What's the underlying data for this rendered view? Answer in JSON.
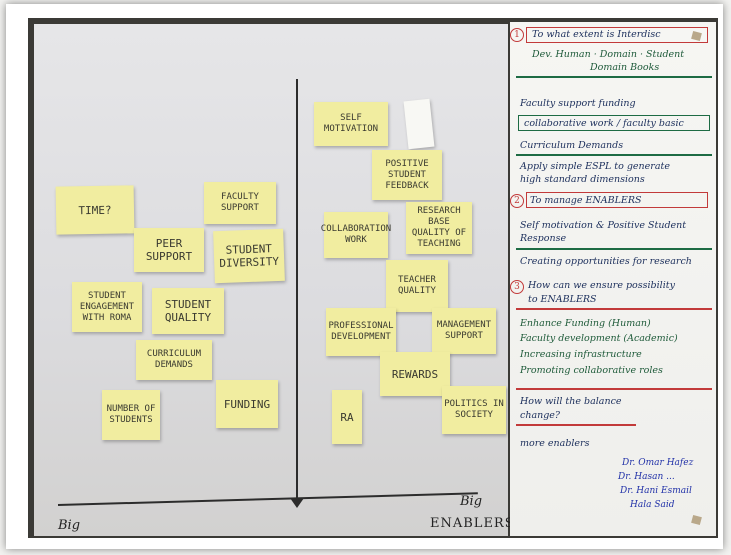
{
  "left_board": {
    "bottom_left_label": "Big",
    "bottom_right_label": "Big",
    "bottom_caption": "ENABLERS",
    "notes": [
      {
        "id": "time",
        "text": "TIME?"
      },
      {
        "id": "faculty_support",
        "text": "FACULTY SUPPORT"
      },
      {
        "id": "peer_support",
        "text": "PEER SUPPORT"
      },
      {
        "id": "student_diversity",
        "text": "STUDENT DIVERSITY"
      },
      {
        "id": "student_engagement",
        "text": "STUDENT ENGAGEMENT WITH ROMA"
      },
      {
        "id": "student_quality",
        "text": "STUDENT QUALITY"
      },
      {
        "id": "curriculum_demands",
        "text": "CURRICULUM DEMANDS"
      },
      {
        "id": "number_of_students",
        "text": "NUMBER OF STUDENTS"
      },
      {
        "id": "funding",
        "text": "FUNDING"
      },
      {
        "id": "self_motivation",
        "text": "SELF MOTIVATION"
      },
      {
        "id": "positive_student_feedback",
        "text": "POSITIVE STUDENT FEEDBACK"
      },
      {
        "id": "collaboration_work",
        "text": "COLLABORATION WORK"
      },
      {
        "id": "research_base",
        "text": "RESEARCH BASE QUALITY OF TEACHING"
      },
      {
        "id": "teacher_quality",
        "text": "TEACHER QUALITY"
      },
      {
        "id": "professional_development",
        "text": "PROFESSIONAL DEVELOPMENT"
      },
      {
        "id": "management_support",
        "text": "MANAGEMENT SUPPORT"
      },
      {
        "id": "rewards",
        "text": "REWARDS"
      },
      {
        "id": "ra",
        "text": "RA"
      },
      {
        "id": "politics_society",
        "text": "POLITICS IN SOCIETY"
      }
    ]
  },
  "right_chart": {
    "lines": [
      {
        "id": "l1",
        "text": "To what extent is Interdisc"
      },
      {
        "id": "l2",
        "text": "Dev. Human · Domain · Student"
      },
      {
        "id": "l3",
        "text": "Domain Books"
      },
      {
        "id": "l4",
        "text": "Faculty support funding"
      },
      {
        "id": "l5",
        "text": "collaborative work / faculty basic"
      },
      {
        "id": "l6",
        "text": "Curriculum Demands"
      },
      {
        "id": "l7",
        "text": "Apply simple ESPL to generate"
      },
      {
        "id": "l8",
        "text": "high standard dimensions"
      },
      {
        "id": "l9",
        "text": "To manage ENABLERS"
      },
      {
        "id": "l10",
        "text": "Self motivation & Positive Student"
      },
      {
        "id": "l11",
        "text": "Response"
      },
      {
        "id": "l12",
        "text": "Creating opportunities for research"
      },
      {
        "id": "l13",
        "text": "How can we ensure possibility"
      },
      {
        "id": "l14",
        "text": "to ENABLERS"
      },
      {
        "id": "l15",
        "text": "Enhance Funding (Human)"
      },
      {
        "id": "l16",
        "text": "Faculty development (Academic)"
      },
      {
        "id": "l17",
        "text": "Increasing infrastructure"
      },
      {
        "id": "l18",
        "text": "Promoting collaborative roles"
      },
      {
        "id": "l19",
        "text": "How will the balance"
      },
      {
        "id": "l20",
        "text": "change?"
      },
      {
        "id": "l21",
        "text": "more enablers"
      }
    ],
    "markers": [
      "1",
      "2",
      "3"
    ],
    "signatures": [
      "Dr. Omar Hafez",
      "Dr. Hasan ...",
      "Dr. Hani Esmail",
      "Hala Said"
    ]
  }
}
